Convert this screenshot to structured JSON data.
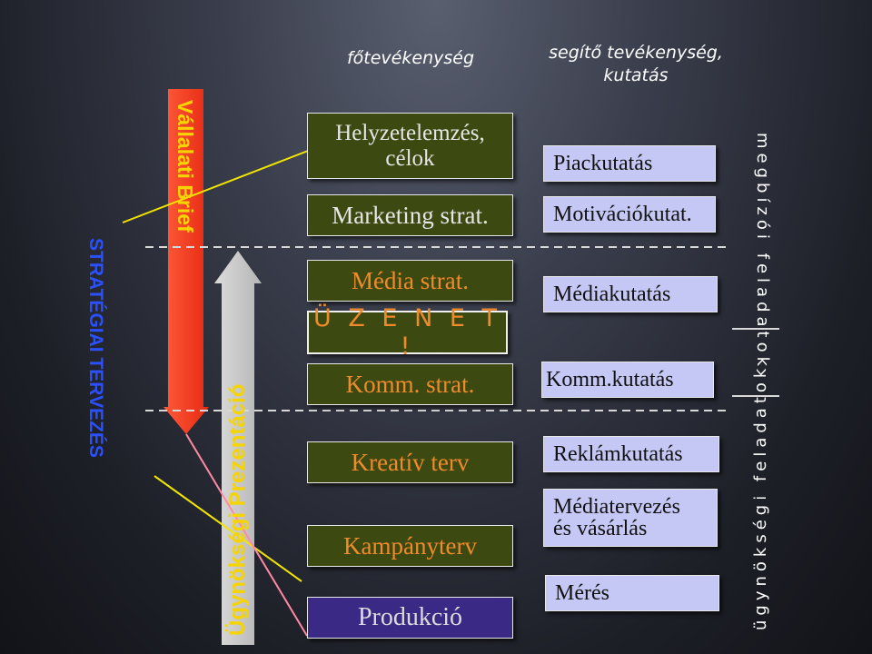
{
  "headers": {
    "main_activity": "főtevékenység",
    "support_activity": "segítő tevékenység,\nkutatás"
  },
  "left_labels": {
    "strategy": "STRATÉGIAI TERVEZÉS",
    "client_brief": "Vállalati Brief",
    "agency_presentation": "Ügynökségi Prezentáció"
  },
  "main_boxes": [
    {
      "label": "Helyzetelemzés,\ncélok"
    },
    {
      "label": "Marketing strat."
    },
    {
      "label": "Média strat."
    },
    {
      "label": "Ü Z E N E T !"
    },
    {
      "label": "Komm. strat."
    },
    {
      "label": "Kreatív terv"
    },
    {
      "label": "Kampányterv"
    },
    {
      "label": "Produkció"
    }
  ],
  "research_boxes": [
    {
      "label": "Piackutatás"
    },
    {
      "label": "Motivációkutat."
    },
    {
      "label": "Médiakutatás"
    },
    {
      "label": "Komm.kutatás"
    },
    {
      "label": "Reklámkutatás"
    },
    {
      "label": "Médiatervezés\nés vásárlás"
    },
    {
      "label": "Mérés"
    }
  ],
  "right_labels": {
    "client_tasks": "megbízói feladatok",
    "agency_tasks": "ügynökségi feladatok"
  },
  "colors": {
    "green_box": "#3c4a12",
    "orange_text": "#f08a2a",
    "research_box": "#c5c8f4",
    "production_box": "#3a2a85",
    "client_arrow": "#ff3b1f",
    "agency_arrow": "#c9c9c9",
    "connector": "#f0e000"
  }
}
